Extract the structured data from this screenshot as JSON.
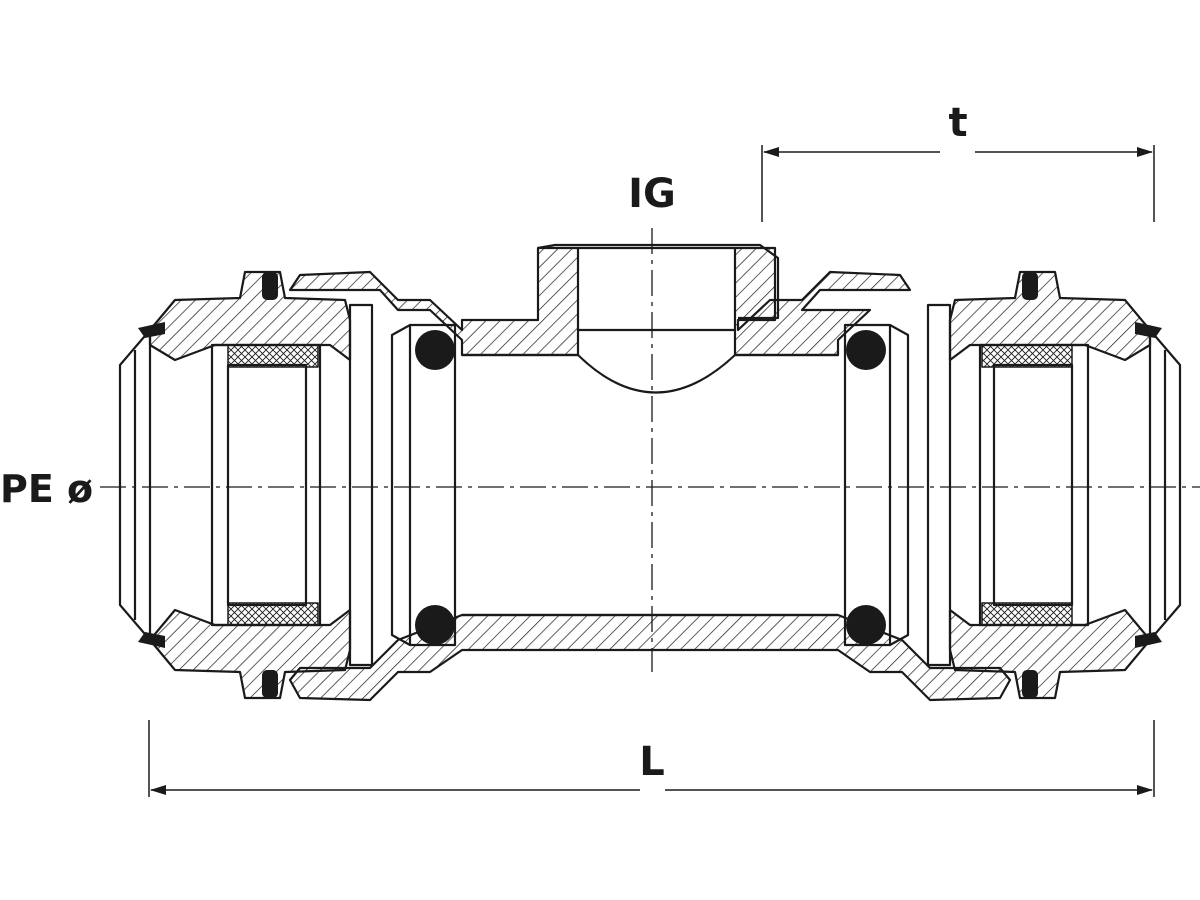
{
  "labels": {
    "thread": "IG",
    "pipe_diameter": "PE ø",
    "insertion_depth": "t",
    "overall_length": "L"
  },
  "colors": {
    "stroke": "#1a1a1a",
    "background": "#ffffff"
  }
}
